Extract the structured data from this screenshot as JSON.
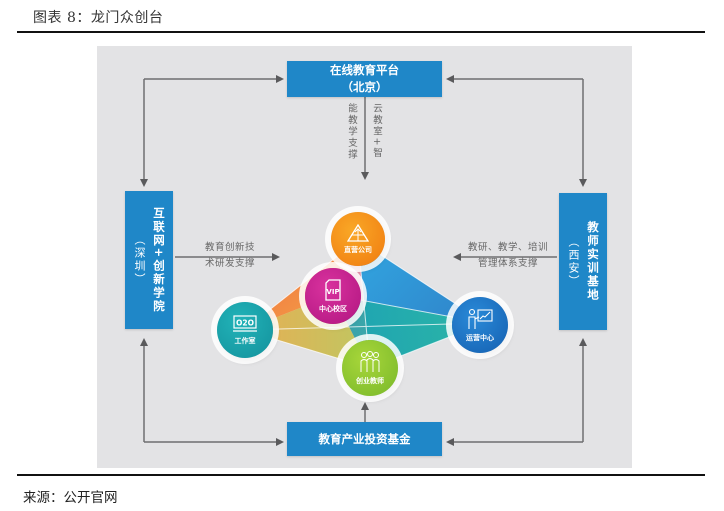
{
  "figure": {
    "title": "图表 8：龙门众创台",
    "source": "来源：公开官网"
  },
  "boxes": {
    "top": {
      "line1": "在线教育平台",
      "line2": "（北京）"
    },
    "left": {
      "main": "互联网+创新学院",
      "sub": "（深圳）"
    },
    "right": {
      "main": "教师实训基地",
      "sub": "（西安）"
    },
    "bottom": {
      "label": "教育产业投资基金"
    }
  },
  "annotations": {
    "top_col1": "能教学支撑",
    "top_col2": "云教室+智",
    "left_line1": "教育创新技",
    "left_line2": "术研发支撑",
    "right_line1": "教研、教学、培训",
    "right_line2": "管理体系支撑"
  },
  "nodes": [
    {
      "id": "direct-company",
      "label": "直营公司",
      "icon": "pyramid-icon",
      "color": "#f28a12"
    },
    {
      "id": "center-campus",
      "label": "中心校区",
      "icon": "vip-card-icon",
      "color": "#c81d8e"
    },
    {
      "id": "o2o-studio",
      "label": "工作室",
      "icon": "o2o-icon",
      "color": "#1aa3ad"
    },
    {
      "id": "partner-teacher",
      "label": "创业教师",
      "icon": "people-icon",
      "color": "#8cc63f"
    },
    {
      "id": "operations-center",
      "label": "运营中心",
      "icon": "presenter-chart-icon",
      "color": "#1b72c4"
    }
  ],
  "colors": {
    "box_blue": "#1f87c8",
    "panel_gray": "#e3e3e5",
    "arrow_gray": "#6e6e70"
  }
}
